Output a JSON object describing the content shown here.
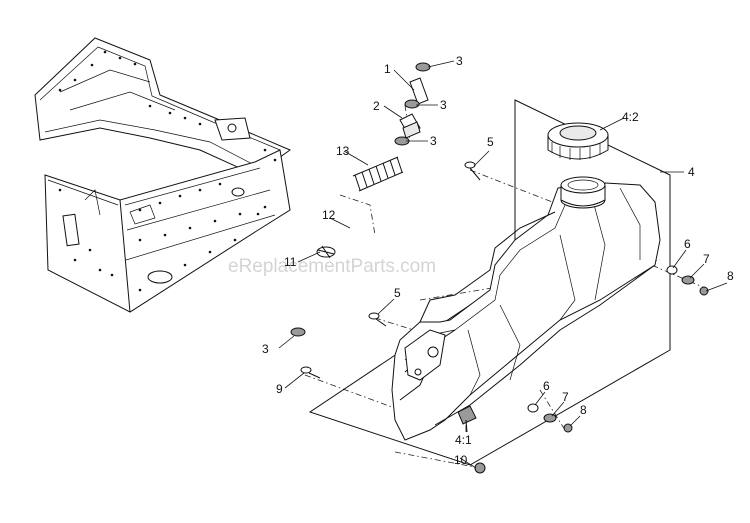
{
  "watermark": "eReplacementParts.com",
  "callouts": {
    "c1": "1",
    "c2": "2",
    "c3a": "3",
    "c3b": "3",
    "c3c": "3",
    "c3d": "3",
    "c4": "4",
    "c4_2": "4:2",
    "c4_1": "4:1",
    "c5a": "5",
    "c5b": "5",
    "c6a": "6",
    "c6b": "6",
    "c7a": "7",
    "c7b": "7",
    "c8a": "8",
    "c8b": "8",
    "c9": "9",
    "c10": "10",
    "c11": "11",
    "c12": "12",
    "c13": "13"
  }
}
